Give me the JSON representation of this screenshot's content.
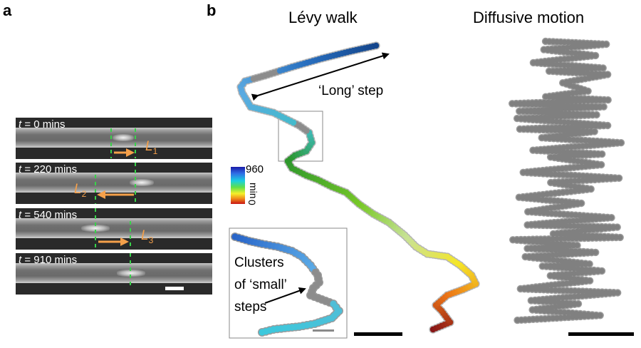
{
  "panel_a": {
    "letter": "a",
    "frames": [
      {
        "t_label": "t",
        "time_text": " = 0 mins",
        "step_label": "L",
        "step_sub": "1"
      },
      {
        "t_label": "t",
        "time_text": " = 220 mins",
        "step_label": "L",
        "step_sub": "2"
      },
      {
        "t_label": "t",
        "time_text": " = 540 mins",
        "step_label": "L",
        "step_sub": "3"
      },
      {
        "t_label": "t",
        "time_text": " = 910 mins",
        "step_label": "",
        "step_sub": ""
      }
    ]
  },
  "panel_b": {
    "letter": "b",
    "levy_title": "Lévy walk",
    "diffusive_title": "Diffusive motion",
    "long_step_label": "‘Long’ step",
    "colorbar": {
      "max": "960",
      "min": "0",
      "unit": "min"
    },
    "inset_label": [
      "Clusters",
      "of ‘small’",
      "steps"
    ]
  },
  "colors": {
    "arrow_orange": "#f5a04a",
    "dashed_green": "#39d24a",
    "diffusive_gray": "#8c8c8c",
    "levy_outline": "#9a9a9a"
  }
}
